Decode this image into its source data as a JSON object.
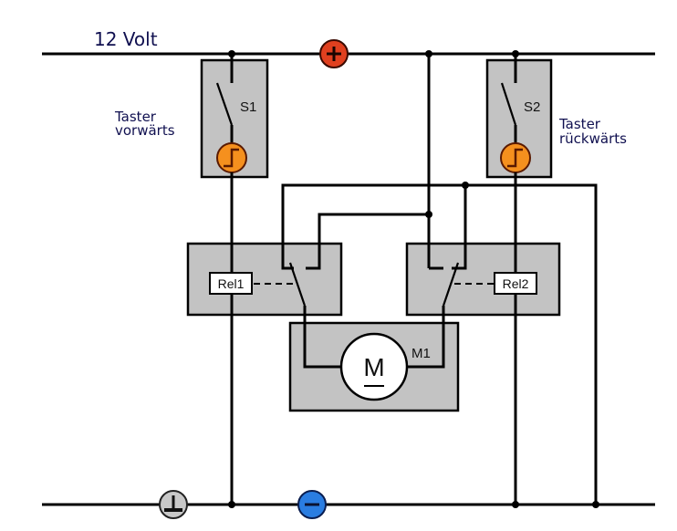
{
  "title": "12 Volt",
  "switches": [
    {
      "id": "S1",
      "label": "S1",
      "caption_line1": "Taster",
      "caption_line2": "vorwärts"
    },
    {
      "id": "S2",
      "label": "S2",
      "caption_line1": "Taster",
      "caption_line2": "rückwärts"
    }
  ],
  "relays": [
    {
      "id": "Rel1",
      "label": "Rel1"
    },
    {
      "id": "Rel2",
      "label": "Rel2"
    }
  ],
  "motor": {
    "id": "M1",
    "label": "M1",
    "symbol": "M"
  },
  "terminals": {
    "positive": {
      "symbol": "+",
      "color": "#e0401f"
    },
    "negative": {
      "symbol": "−",
      "color": "#2a7de1"
    },
    "ground": {
      "symbol": "⊥",
      "color": "#c8c8c8"
    }
  },
  "colors": {
    "box_fill": "#c3c3c3",
    "sensor_fill": "#f5901e",
    "text_blue": "#101050"
  }
}
